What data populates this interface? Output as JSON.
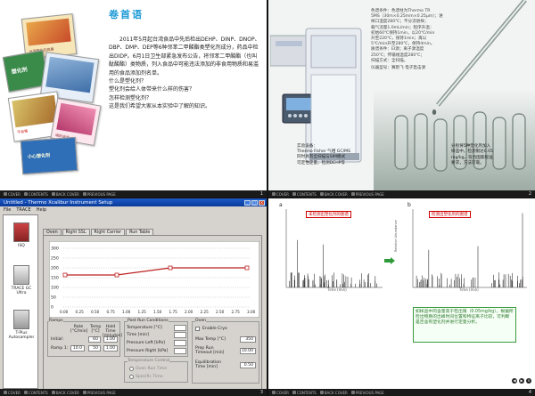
{
  "panel1": {
    "title": "卷首语",
    "paragraph1": "2011年5月起台湾食品中先后检出DEHP、DINP、DNOP、DBP、DMP、DEP等6种邻苯二甲酸酯类塑化剂成分，药品中检出DIDP。6月1日卫生部紧急发布公告，将邻苯二甲酸酯（也叫酞酸酯）类物质，列入食品中可能违法添加的非食用物质和易滥用的食品添加剂名单。",
    "q1": "什么是塑化剂？",
    "q2": "塑化剂会给人体带来什么样的伤害？",
    "q3": "怎样检测塑化剂？",
    "q4": "这是我们希望大家从本实验中了解的知识。",
    "collage_labels": [
      "塑化剂",
      "台湾塑化剂风暴",
      "不合格",
      "喝的安全",
      "小心塑化剂"
    ],
    "nav": [
      "COVER",
      "CONTENTS",
      "BACK COVER",
      "PREVIOUS PAGE"
    ],
    "nav_num": "1"
  },
  "panel2": {
    "spec_lines": [
      "色谱条件：色谱柱为Thermo TR",
      "5MS（30m×0.25mm×0.25μm）；进",
      "样口温度280℃；不分流进样；",
      "载气流量1.0mL/min；程序升温：",
      "初始60℃保持1min，以20℃/min",
      "升至220℃，保持1min；再以",
      "5℃/min升至280℃，保持4min。",
      "质谱条件：EI源；离子源温度",
      "250℃；传输线温度280℃；",
      "扫描方式：全扫描。"
    ],
    "spec_last": "仪器型号：赛默飞 电子轰击源",
    "bottom_lines": [
      "实验设备：",
      "Thermo Fisher 气相 GC/MS",
      "同时具有全扫描与SIM模式",
      "可定性定量，检测DEHP等"
    ],
    "right_lines": [
      "分别将5种塑化剂加入",
      "样品中，检测限达0.05",
      "mg/kg，符合国家标准",
      "要求，方法可靠。"
    ],
    "nav": [
      "COVER",
      "CONTENTS",
      "BACK COVER",
      "PREVIOUS PAGE"
    ],
    "nav_num": "2"
  },
  "panel3": {
    "window_title": "Untitled - Thermo Xcalibur Instrument Setup",
    "menu": [
      "File",
      "TRACE",
      "Help"
    ],
    "instruments": [
      "ISQ",
      "TRACE GC Ultra",
      "T-Plus Autosampler"
    ],
    "tabs": [
      "Oven",
      "Right SSL",
      "Right Carrier",
      "Run Table"
    ],
    "graph_y_ticks": [
      "300",
      "250",
      "200",
      "150",
      "100",
      "50",
      "0"
    ],
    "graph_x_ticks": [
      "0.00",
      "0.25",
      "0.50",
      "0.75",
      "1.00",
      "1.25",
      "1.50",
      "1.75",
      "2.00",
      "2.25",
      "2.50",
      "2.75",
      "3.00"
    ],
    "ramps": {
      "label": "Ramps",
      "col_rate": "Rate [°C/min]",
      "col_temp": "Temp [°C]",
      "col_hold": "Hold Time [minutes]",
      "row_initial": "Initial:",
      "row_ramp1": "Ramp 1:",
      "initial_temp": "60",
      "initial_hold": "1.00",
      "ramp1_rate": "10.0",
      "ramp1_temp": "50",
      "ramp1_hold": "1.00"
    },
    "post_run": {
      "label": "Post Run Conditions",
      "temp": "Temperature [°C]",
      "time": "Time [min]",
      "pressure_left": "Pressure Left [kPa]",
      "pressure_right": "Pressure Right [kPa]"
    },
    "temperature_control": {
      "label": "Temperature Control",
      "oven_run_time": "Oven Run Time",
      "specific_time": "Specific Time"
    },
    "oven": {
      "label": "Oven",
      "enable_cryo": "Enable Cryo",
      "max_temp_label": "Max Temp [°C]",
      "max_temp": "350",
      "prep_run_label": "Prep Run Timeout [min]",
      "prep_run": "10.00",
      "equil_label": "Equilibration Time [min]",
      "equil": "0.50"
    },
    "nav": [
      "COVER",
      "CONTENTS",
      "BACK COVER",
      "PREVIOUS PAGE"
    ],
    "nav_num": "3"
  },
  "panel4": {
    "tag_a": "a",
    "tag_b": "b",
    "chart_a_title": "未检测出塑化剂的图谱",
    "chart_b_title": "检测出塑化剂的图谱",
    "x_label": "Time (min)",
    "y_label": "Relative Abundance",
    "note": "如样品中的含量高于检出限（0.05mg/kg），根据所检出物质的出峰时间位置和特征离子比较，可判断是否含有塑化剂并进行定量分析。",
    "nav": [
      "COVER",
      "CONTENTS",
      "BACK COVER",
      "PREVIOUS PAGE"
    ],
    "nav_num": "4"
  },
  "colors": {
    "accent_blue": "#1e9ad6",
    "titlebar_blue": "#0a3a9a",
    "red": "#c00000",
    "green": "#2a7a2a"
  }
}
